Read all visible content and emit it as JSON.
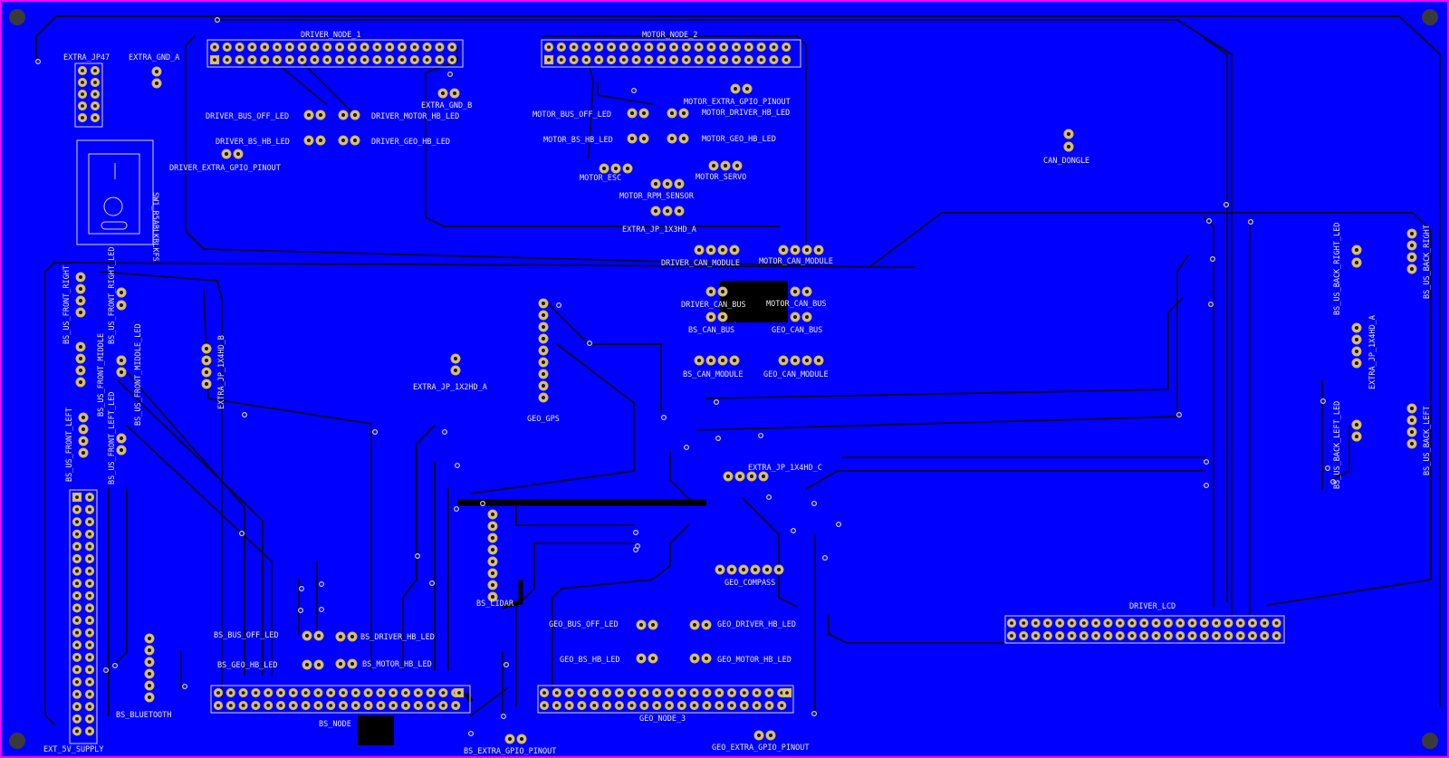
{
  "board": {
    "colors": {
      "frame": "#ff00ff",
      "copper": "#0000ff",
      "trace": "#0a0a3c",
      "pad": "#d9c27a",
      "silkscreen": "#e8e8e8",
      "mask_opening": "#000000"
    },
    "components": [
      {
        "id": "driver-node-1",
        "label": "DRIVER_NODE_1"
      },
      {
        "id": "motor-node-2",
        "label": "MOTOR_NODE_2"
      },
      {
        "id": "extra-jp47",
        "label": "EXTRA_JP47"
      },
      {
        "id": "extra-gnd-a",
        "label": "EXTRA_GND_A"
      },
      {
        "id": "extra-gnd-b",
        "label": "EXTRA_GND_B"
      },
      {
        "id": "motor-extra-gpio-pinout",
        "label": "MOTOR_EXTRA_GPIO_PINOUT"
      },
      {
        "id": "driver-bus-off-led",
        "label": "DRIVER_BUS_OFF_LED"
      },
      {
        "id": "driver-motor-hb-led",
        "label": "DRIVER_MOTOR_HB_LED"
      },
      {
        "id": "motor-bus-off-led",
        "label": "MOTOR_BUS_OFF_LED"
      },
      {
        "id": "motor-driver-hb-led",
        "label": "MOTOR_DRIVER_HB_LED"
      },
      {
        "id": "driver-bs-hb-led",
        "label": "DRIVER_BS_HB_LED"
      },
      {
        "id": "driver-geo-hb-led",
        "label": "DRIVER_GEO_HB_LED"
      },
      {
        "id": "motor-bs-hb-led",
        "label": "MOTOR_BS_HB_LED"
      },
      {
        "id": "motor-geo-hb-led",
        "label": "MOTOR_GEO_HB_LED"
      },
      {
        "id": "can-dongle",
        "label": "CAN_DONGLE"
      },
      {
        "id": "driver-extra-gpio-pinout",
        "label": "DRIVER_EXTRA_GPIO_PINOUT"
      },
      {
        "id": "motor-esc",
        "label": "MOTOR_ESC"
      },
      {
        "id": "motor-servo",
        "label": "MOTOR_SERVO"
      },
      {
        "id": "motor-rpm-sensor",
        "label": "MOTOR_RPM_SENSOR"
      },
      {
        "id": "sw-switch",
        "label": "SW1_R5ABLKBLKFS"
      },
      {
        "id": "extra-jp-1x3hd-a",
        "label": "EXTRA_JP_1X3HD_A"
      },
      {
        "id": "driver-can-module",
        "label": "DRIVER_CAN_MODULE"
      },
      {
        "id": "motor-can-module",
        "label": "MOTOR_CAN_MODULE"
      },
      {
        "id": "bs-us-back-right-led",
        "label": "BS_US_BACK_RIGHT_LED"
      },
      {
        "id": "bs-us-back-right",
        "label": "BS_US_BACK_RIGHT"
      },
      {
        "id": "bs-us-front-right",
        "label": "BS_US_FRONT_RIGHT"
      },
      {
        "id": "bs-us-front-right-led",
        "label": "BS_US_FRONT_RIGHT_LED"
      },
      {
        "id": "driver-can-bus",
        "label": "DRIVER_CAN_BUS"
      },
      {
        "id": "motor-can-bus",
        "label": "MOTOR_CAN_BUS"
      },
      {
        "id": "bs-can-bus",
        "label": "BS_CAN_BUS"
      },
      {
        "id": "geo-can-bus",
        "label": "GEO_CAN_BUS"
      },
      {
        "id": "extra-jp-1x4hd-a",
        "label": "EXTRA_JP_1X4HD_A"
      },
      {
        "id": "bs-us-front-middle-led",
        "label": "BS_US_FRONT_MIDDLE_LED"
      },
      {
        "id": "bs-us-front-middle",
        "label": "BS_US_FRONT_MIDDLE"
      },
      {
        "id": "extra-jp-1x4hd-b",
        "label": "EXTRA_JP_1X4HD_B"
      },
      {
        "id": "bs-can-module",
        "label": "BS_CAN_MODULE"
      },
      {
        "id": "geo-can-module",
        "label": "GEO_CAN_MODULE"
      },
      {
        "id": "extra-jp-1x2hd-a",
        "label": "EXTRA_JP_1X2HD_A"
      },
      {
        "id": "bs-us-back-left-led",
        "label": "BS_US_BACK_LEFT_LED"
      },
      {
        "id": "bs-us-back-left",
        "label": "BS_US_BACK_LEFT"
      },
      {
        "id": "bs-us-front-left-led",
        "label": "BS_US_FRONT_LEFT_LED"
      },
      {
        "id": "geo-gps",
        "label": "GEO_GPS"
      },
      {
        "id": "bs-us-front-left",
        "label": "BS_US_FRONT_LEFT"
      },
      {
        "id": "extra-jp-1x4hd-c",
        "label": "EXTRA_JP_1X4HD_C"
      },
      {
        "id": "geo-compass",
        "label": "GEO_COMPASS"
      },
      {
        "id": "bs-lidar",
        "label": "BS_LIDAR"
      },
      {
        "id": "driver-lcd",
        "label": "DRIVER_LCD"
      },
      {
        "id": "geo-bus-off-led",
        "label": "GEO_BUS_OFF_LED"
      },
      {
        "id": "geo-driver-hb-led",
        "label": "GEO_DRIVER_HB_LED"
      },
      {
        "id": "bs-bus-off-led",
        "label": "BS_BUS_OFF_LED"
      },
      {
        "id": "bs-driver-hb-led",
        "label": "BS_DRIVER_HB_LED"
      },
      {
        "id": "geo-bs-hb-led",
        "label": "GEO_BS_HB_LED"
      },
      {
        "id": "geo-motor-hb-led",
        "label": "GEO_MOTOR_HB_LED"
      },
      {
        "id": "bs-geo-hb-led",
        "label": "BS_GEO_HB_LED"
      },
      {
        "id": "bs-motor-hb-led",
        "label": "BS_MOTOR_HB_LED"
      },
      {
        "id": "bs-bluetooth",
        "label": "BS_BLUETOOTH"
      },
      {
        "id": "geo-node-3",
        "label": "GEO_NODE_3"
      },
      {
        "id": "bs-node",
        "label": "BS_NODE"
      },
      {
        "id": "ext-5v-supply",
        "label": "EXT_5V_SUPPLY"
      },
      {
        "id": "bs-extra-gpio-pinout",
        "label": "BS_EXTRA_GPIO_PINOUT"
      },
      {
        "id": "geo-extra-gpio-pinout",
        "label": "GEO_EXTRA_GPIO_PINOUT"
      }
    ]
  }
}
